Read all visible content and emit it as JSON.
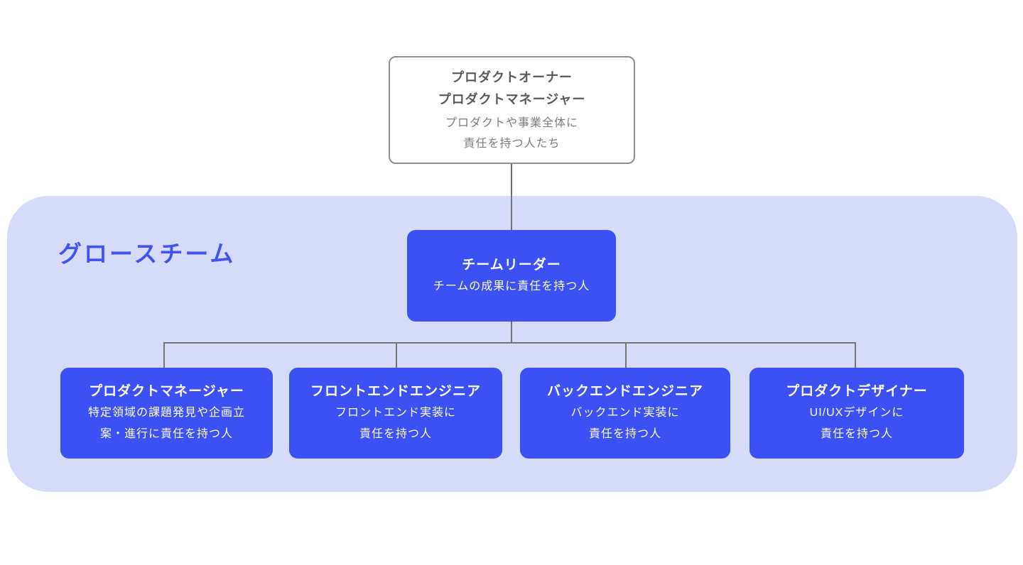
{
  "colors": {
    "node_blue": "#3c50f4",
    "team_container_lavender": "#d6dbfa",
    "team_label_blue": "#4254f0",
    "connector_gray": "#747474",
    "root_border_gray": "#8e8e8e",
    "root_title_gray": "#595959",
    "root_desc_gray": "#7c7c7c",
    "page_background": "#ffffff"
  },
  "chart": {
    "root": {
      "title_line1": "プロダクトオーナー",
      "title_line2": "プロダクトマネージャー",
      "desc_line1": "プロダクトや事業全体に",
      "desc_line2": "責任を持つ人たち"
    },
    "team": {
      "label": "グロースチーム",
      "leader": {
        "title": "チームリーダー",
        "desc": "チームの成果に責任を持つ人"
      },
      "members": [
        {
          "title": "プロダクトマネージャー",
          "desc_line1": "特定領域の課題発見や企画立",
          "desc_line2": "案・進行に責任を持つ人"
        },
        {
          "title": "フロントエンドエンジニア",
          "desc_line1": "フロントエンド実装に",
          "desc_line2": "責任を持つ人"
        },
        {
          "title": "バックエンドエンジニア",
          "desc_line1": "バックエンド実装に",
          "desc_line2": "責任を持つ人"
        },
        {
          "title": "プロダクトデザイナー",
          "desc_line1": "UI/UXデザインに",
          "desc_line2": "責任を持つ人"
        }
      ]
    }
  }
}
